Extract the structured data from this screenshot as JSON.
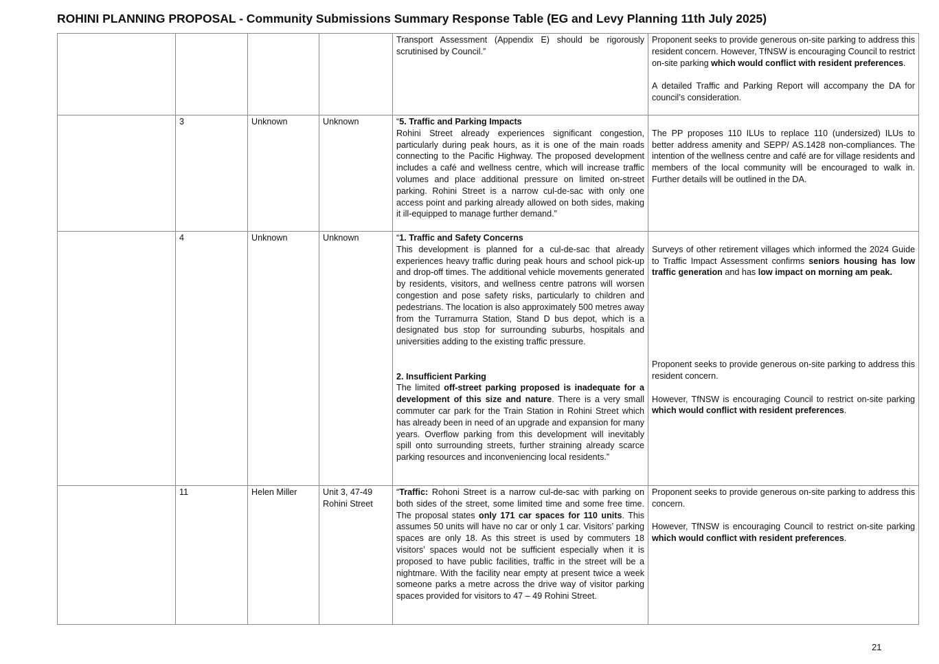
{
  "title": "ROHINI PLANNING PROPOSAL  - Community Submissions  Summary Response Table (EG and Levy Planning 11th July 2025)",
  "page_number": "21",
  "rows": [
    {
      "no": "",
      "name": "",
      "address": "",
      "submission": [
        [
          {
            "t": "Transport Assessment (Appendix E) should be rigorously scrutinised by Council.”",
            "b": false
          }
        ]
      ],
      "response": [
        [
          {
            "t": "Proponent seeks to provide generous on-site parking to address this resident concern. However, TfNSW is encouraging Council to restrict on-site parking ",
            "b": false
          },
          {
            "t": "which would conflict with resident preferences",
            "b": true
          },
          {
            "t": ".",
            "b": false
          }
        ],
        [
          {
            "t": "A detailed Traffic and Parking Report will accompany the DA for council’s consideration.",
            "b": false
          }
        ]
      ]
    },
    {
      "no": "3",
      "name": "Unknown",
      "address": "Unknown",
      "submission": [
        [
          {
            "t": "“",
            "b": false
          },
          {
            "t": "5. Traffic and Parking Impacts",
            "b": true
          }
        ],
        [
          {
            "t": "Rohini Street already experiences significant congestion, particularly during peak hours, as it is one of the main roads connecting to the Pacific Highway. The proposed development includes a café and wellness centre, which will increase traffic volumes and place additional pressure on limited on-street parking. Rohini Street is a narrow cul-de-sac with only one access point and parking already allowed on both sides, making it ill-equipped to manage further demand.”",
            "b": false
          }
        ]
      ],
      "response": [
        [
          {
            "t": "The PP proposes 110 ILUs to replace 110 (undersized) ILUs to better address amenity and SEPP/ AS.1428 non-compliances. The intention of the wellness centre and café are for village residents and members of the local community will be encouraged to walk in.  Further details will be outlined in the DA.",
            "b": false
          }
        ]
      ]
    },
    {
      "no": "4",
      "name": "Unknown",
      "address": "Unknown",
      "submission": [
        [
          {
            "t": "“",
            "b": false
          },
          {
            "t": "1. Traffic and Safety Concerns",
            "b": true
          }
        ],
        [
          {
            "t": "This development is planned for a cul-de-sac that already experiences heavy traffic during peak hours and school pick-up and drop-off times. The additional vehicle movements generated by residents, visitors, and wellness centre patrons will worsen congestion and pose safety risks, particularly to children and pedestrians. The location is also approximately 500 metres away from the Turramurra Station, Stand D bus depot, which is a designated bus stop for surrounding suburbs, hospitals and universities adding to the existing traffic pressure.",
            "b": false
          }
        ],
        [
          {
            "t": "2. Insufficient Parking",
            "b": true
          }
        ],
        [
          {
            "t": "The limited ",
            "b": false
          },
          {
            "t": "off-street parking proposed is inadequate for a development of this size and nature",
            "b": true
          },
          {
            "t": ". There is a very small commuter car park for the Train Station in Rohini Street which has already been in need of an upgrade and expansion for many years. Overflow parking from this development will inevitably spill onto surrounding streets, further straining already scarce parking resources and inconveniencing local residents.”",
            "b": false
          }
        ]
      ],
      "response": [
        [
          {
            "t": "Surveys of other retirement villages which informed the 2024 Guide to Traffic Impact Assessment confirms ",
            "b": false
          },
          {
            "t": "seniors housing has low traffic generation",
            "b": true
          },
          {
            "t": " and has ",
            "b": false
          },
          {
            "t": "low impact on morning am peak.",
            "b": true
          }
        ],
        [
          {
            "t": "Proponent seeks to provide generous on-site parking to address this resident concern.",
            "b": false
          }
        ],
        [
          {
            "t": "However, TfNSW is encouraging Council to restrict on-site parking ",
            "b": false
          },
          {
            "t": "which would conflict with resident preferences",
            "b": true
          },
          {
            "t": ".",
            "b": false
          }
        ]
      ]
    },
    {
      "no": "11",
      "name": "Helen Miller",
      "address": "Unit 3, 47-49 Rohini Street",
      "submission": [
        [
          {
            "t": "“",
            "b": false
          },
          {
            "t": "Traffic:",
            "b": true
          },
          {
            "t": " Rohoni Street is a narrow cul-de-sac with parking on both sides of the street, some limited time and some free time. The proposal states ",
            "b": false
          },
          {
            "t": "only 171 car spaces for 110 units",
            "b": true
          },
          {
            "t": ". This assumes 50 units will have no car or only 1 car. Visitors’ parking spaces are only 18. As this street is used by commuters 18 visitors’ spaces would not be sufficient especially when it is proposed to have public facilities, traffic in the street will be a nightmare. With the facility near empty at present twice a week someone parks a metre across the drive way of visitor parking spaces provided for visitors to 47 – 49 Rohini Street.",
            "b": false
          }
        ]
      ],
      "response": [
        [
          {
            "t": "Proponent seeks to provide generous on-site parking to address this concern.",
            "b": false
          }
        ],
        [
          {
            "t": "However, TfNSW is encouraging Council to restrict on-site parking ",
            "b": false
          },
          {
            "t": "which would conflict with resident preferences",
            "b": true
          },
          {
            "t": ".",
            "b": false
          }
        ]
      ]
    }
  ]
}
